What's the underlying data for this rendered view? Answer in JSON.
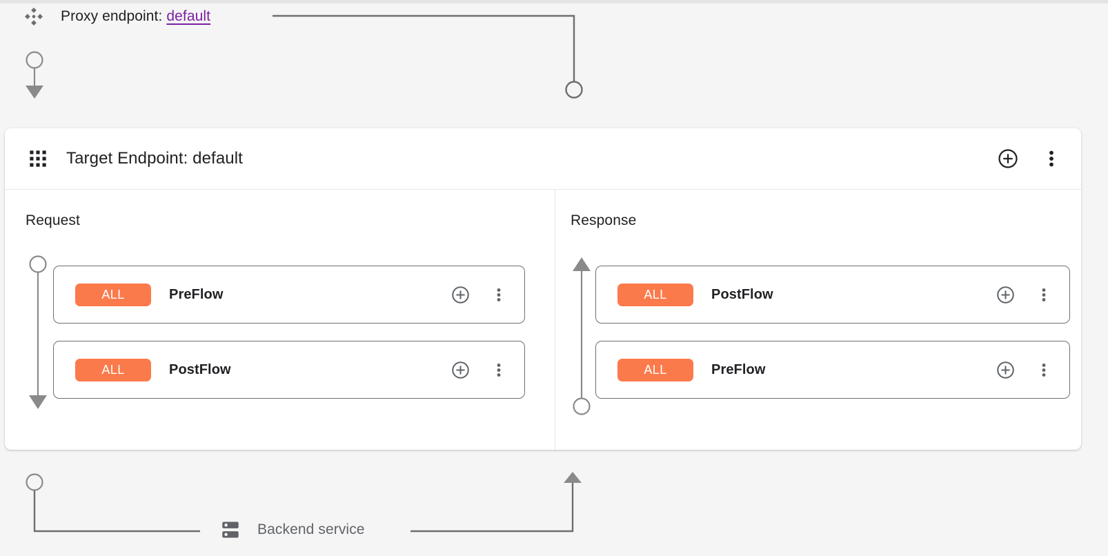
{
  "proxy": {
    "icon": "proxy-endpoint-icon",
    "label": "Proxy endpoint: ",
    "value": "default",
    "value_color": "#7b1fa2"
  },
  "target_panel": {
    "icon": "grid-apps-icon",
    "title": "Target Endpoint: default",
    "add_icon": "plus-circle-icon",
    "menu_icon": "more-vert-icon"
  },
  "columns": [
    {
      "key": "request",
      "title": "Request",
      "direction": "down",
      "flows": [
        {
          "badge": "ALL",
          "name": "PreFlow",
          "add_icon": "plus-circle-icon",
          "menu_icon": "more-vert-icon"
        },
        {
          "badge": "ALL",
          "name": "PostFlow",
          "add_icon": "plus-circle-icon",
          "menu_icon": "more-vert-icon"
        }
      ]
    },
    {
      "key": "response",
      "title": "Response",
      "direction": "up",
      "flows": [
        {
          "badge": "ALL",
          "name": "PostFlow",
          "add_icon": "plus-circle-icon",
          "menu_icon": "more-vert-icon"
        },
        {
          "badge": "ALL",
          "name": "PreFlow",
          "add_icon": "plus-circle-icon",
          "menu_icon": "more-vert-icon"
        }
      ]
    }
  ],
  "backend": {
    "icon": "server-rack-icon",
    "label": "Backend service"
  },
  "colors": {
    "badge_orange": "#fb7a4b",
    "link_purple": "#7b1fa2",
    "wire_gray": "#6e6e6e",
    "panel_white": "#ffffff",
    "canvas_gray": "#f5f5f5",
    "text_primary": "#202124",
    "text_secondary": "#5f6368"
  }
}
